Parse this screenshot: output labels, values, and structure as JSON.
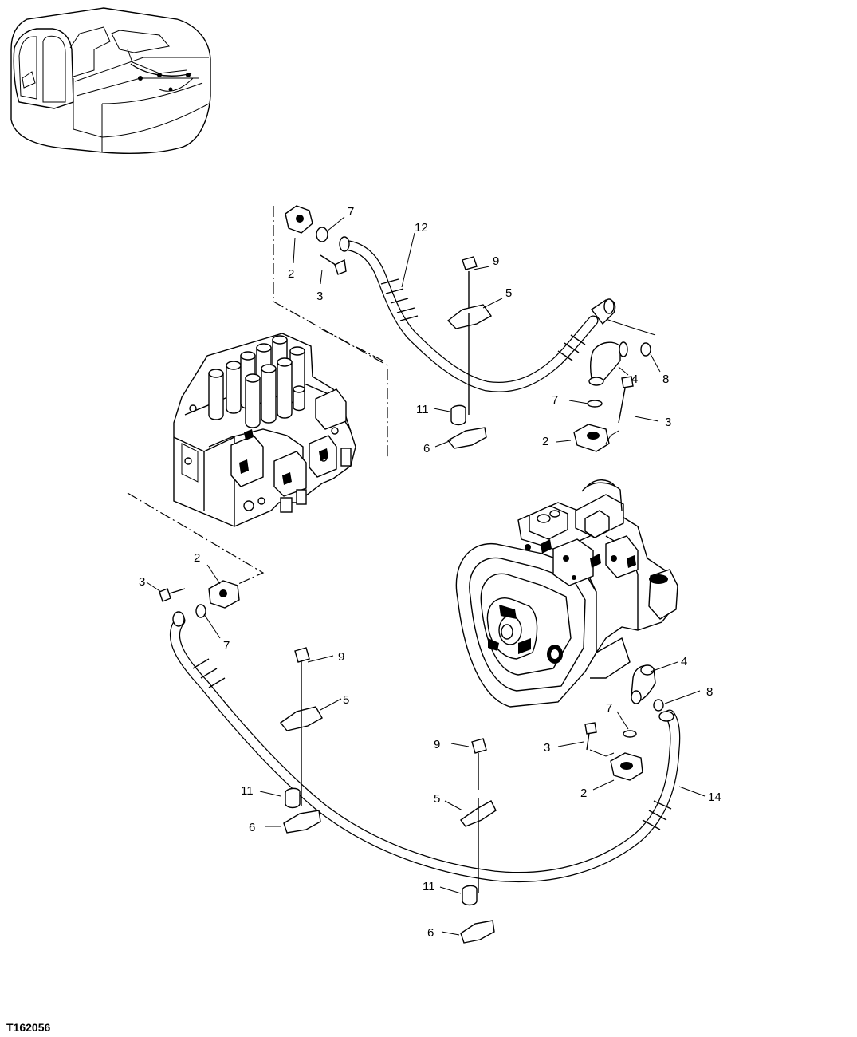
{
  "figure_id": "T162056",
  "callouts": [
    {
      "id": "c12-top",
      "label": "12"
    },
    {
      "id": "c7-a",
      "label": "7"
    },
    {
      "id": "c2-a",
      "label": "2"
    },
    {
      "id": "c3-a",
      "label": "3"
    },
    {
      "id": "c9-a",
      "label": "9"
    },
    {
      "id": "c5-a",
      "label": "5"
    },
    {
      "id": "c4-a",
      "label": "4"
    },
    {
      "id": "c8-a",
      "label": "8"
    },
    {
      "id": "c7-b",
      "label": "7"
    },
    {
      "id": "c3-b",
      "label": "3"
    },
    {
      "id": "c11-a",
      "label": "11"
    },
    {
      "id": "c6-a",
      "label": "6"
    },
    {
      "id": "c2-b",
      "label": "2"
    },
    {
      "id": "c2-c",
      "label": "2"
    },
    {
      "id": "c3-c",
      "label": "3"
    },
    {
      "id": "c7-c",
      "label": "7"
    },
    {
      "id": "c9-b",
      "label": "9"
    },
    {
      "id": "c5-b",
      "label": "5"
    },
    {
      "id": "c4-b",
      "label": "4"
    },
    {
      "id": "c8-b",
      "label": "8"
    },
    {
      "id": "c7-d",
      "label": "7"
    },
    {
      "id": "c9-c",
      "label": "9"
    },
    {
      "id": "c3-d",
      "label": "3"
    },
    {
      "id": "c2-d",
      "label": "2"
    },
    {
      "id": "c14",
      "label": "14"
    },
    {
      "id": "c11-b",
      "label": "11"
    },
    {
      "id": "c5-c",
      "label": "5"
    },
    {
      "id": "c6-b",
      "label": "6"
    },
    {
      "id": "c11-c",
      "label": "11"
    },
    {
      "id": "c6-c",
      "label": "6"
    }
  ]
}
